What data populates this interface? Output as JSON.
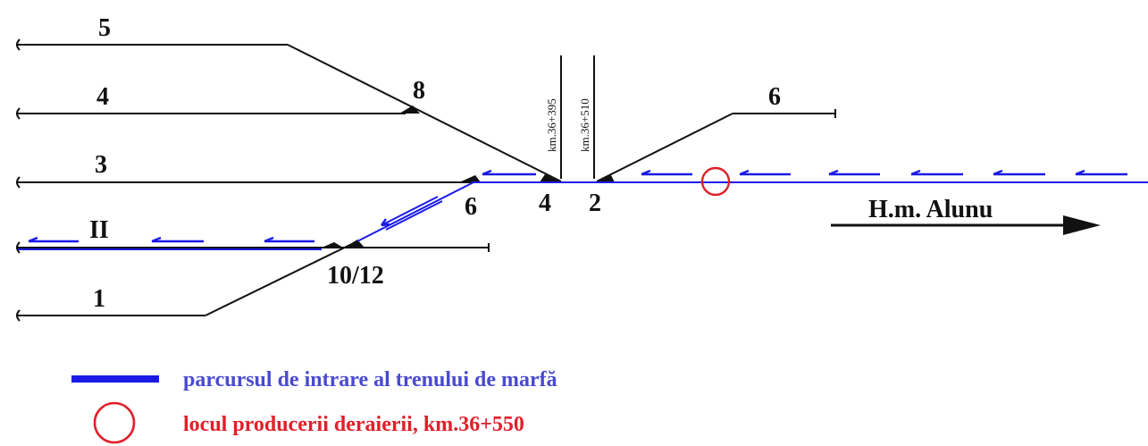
{
  "tracks": {
    "t5": "5",
    "t4": "4",
    "t3": "3",
    "t2": "II",
    "t1": "1",
    "t6": "6"
  },
  "switches": {
    "s8": "8",
    "s6": "6",
    "s4": "4",
    "s2": "2",
    "s1012": "10/12"
  },
  "km_markers": {
    "km1": "km.36+395",
    "km2": "km.36+510"
  },
  "direction": {
    "label": "H.m. Alunu"
  },
  "legend": {
    "route_label": "parcursul de intrare al trenului de marfă",
    "derail_label": "locul producerii deraierii, km.36+550"
  },
  "colors": {
    "route": "#1a1ae6",
    "derailment": "#e0202a",
    "track": "#111111"
  }
}
